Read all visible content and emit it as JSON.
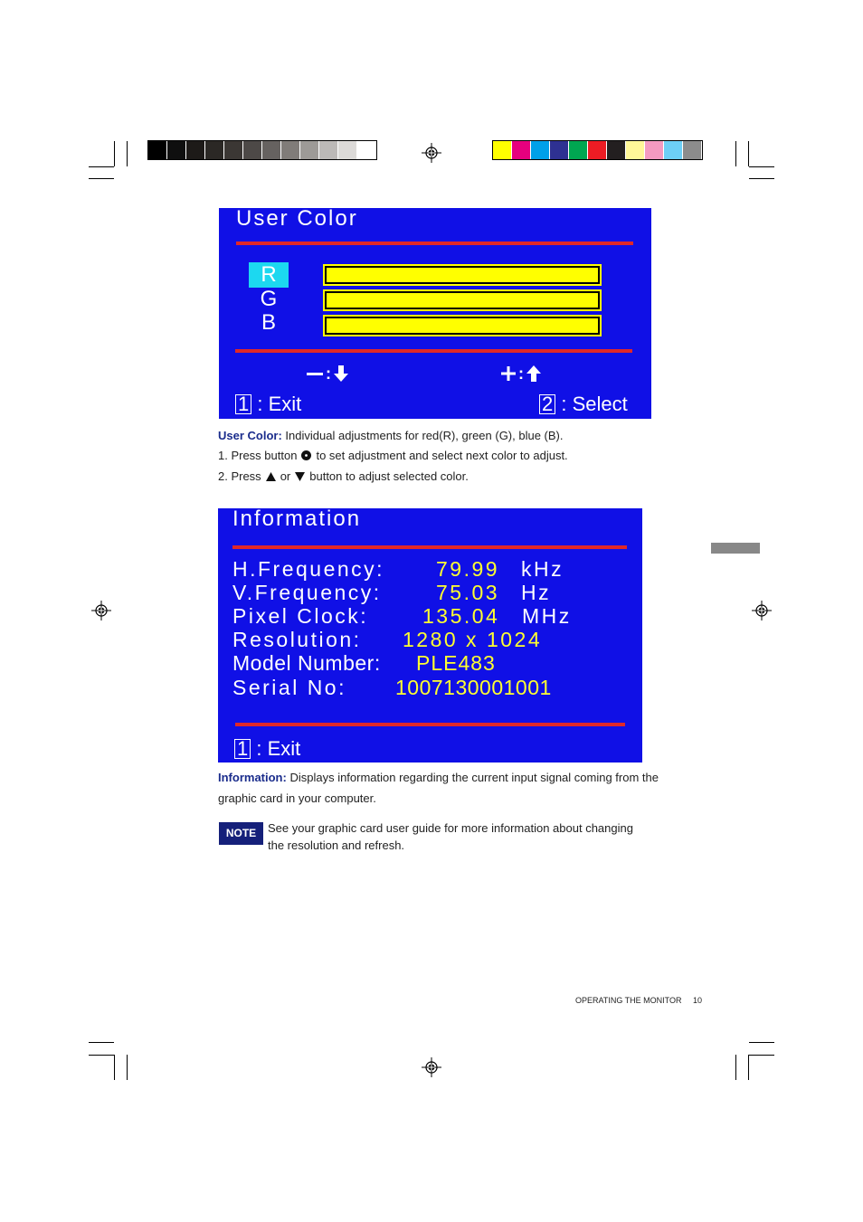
{
  "color_bars_left": [
    "#000000",
    "#0f0f0f",
    "#1d1a18",
    "#2b2825",
    "#3b3734",
    "#4d4947",
    "#666260",
    "#807c79",
    "#9d9a97",
    "#bcb9b7",
    "#dcdad8",
    "#ffffff"
  ],
  "color_bars_right": [
    "#ffff00",
    "#e6007e",
    "#00a0e9",
    "#2e3192",
    "#00a651",
    "#ed1c24",
    "#231f20",
    "#fff799",
    "#f49ac1",
    "#6dcff6",
    "#8c8c8c"
  ],
  "user_color_osd": {
    "title": "User Color",
    "channels": [
      "R",
      "G",
      "B"
    ],
    "selected": "R",
    "minus_label": ":",
    "plus_label": ":",
    "exit_key": "1",
    "exit_label": ": Exit",
    "select_key": "2",
    "select_label": ": Select"
  },
  "user_color_desc": {
    "term": "User Color:",
    "text": "Individual adjustments for red(R), green (G), blue (B).",
    "step1_a": "1. Press button",
    "step1_b": "to set adjustment and select next color to adjust.",
    "step2_a": "2. Press",
    "step2_or": "or",
    "step2_b": "button to adjust selected color."
  },
  "info_osd": {
    "title": "Information",
    "rows": [
      {
        "label": "H.Frequency:",
        "value": "79.99",
        "unit": "kHz"
      },
      {
        "label": "V.Frequency:",
        "value": "75.03",
        "unit": "Hz"
      },
      {
        "label": "Pixel Clock:",
        "value": "135.04",
        "unit": "MHz"
      },
      {
        "label": "Resolution:",
        "value": "1280 x 1024",
        "unit": ""
      },
      {
        "label": "Model Number:",
        "value": "PLE483",
        "unit": ""
      },
      {
        "label": "Serial No:",
        "value": "1007130001001",
        "unit": ""
      }
    ],
    "exit_key": "1",
    "exit_label": ": Exit"
  },
  "info_desc": {
    "term": "Information:",
    "line1": "Displays information regarding the current input signal coming from the",
    "line2": "graphic card in your computer."
  },
  "note": {
    "badge": "NOTE",
    "line1": "See your graphic card user guide for more information about changing",
    "line2": "the resolution and refresh."
  },
  "footer": {
    "section": "OPERATING THE MONITOR",
    "page": "10"
  }
}
